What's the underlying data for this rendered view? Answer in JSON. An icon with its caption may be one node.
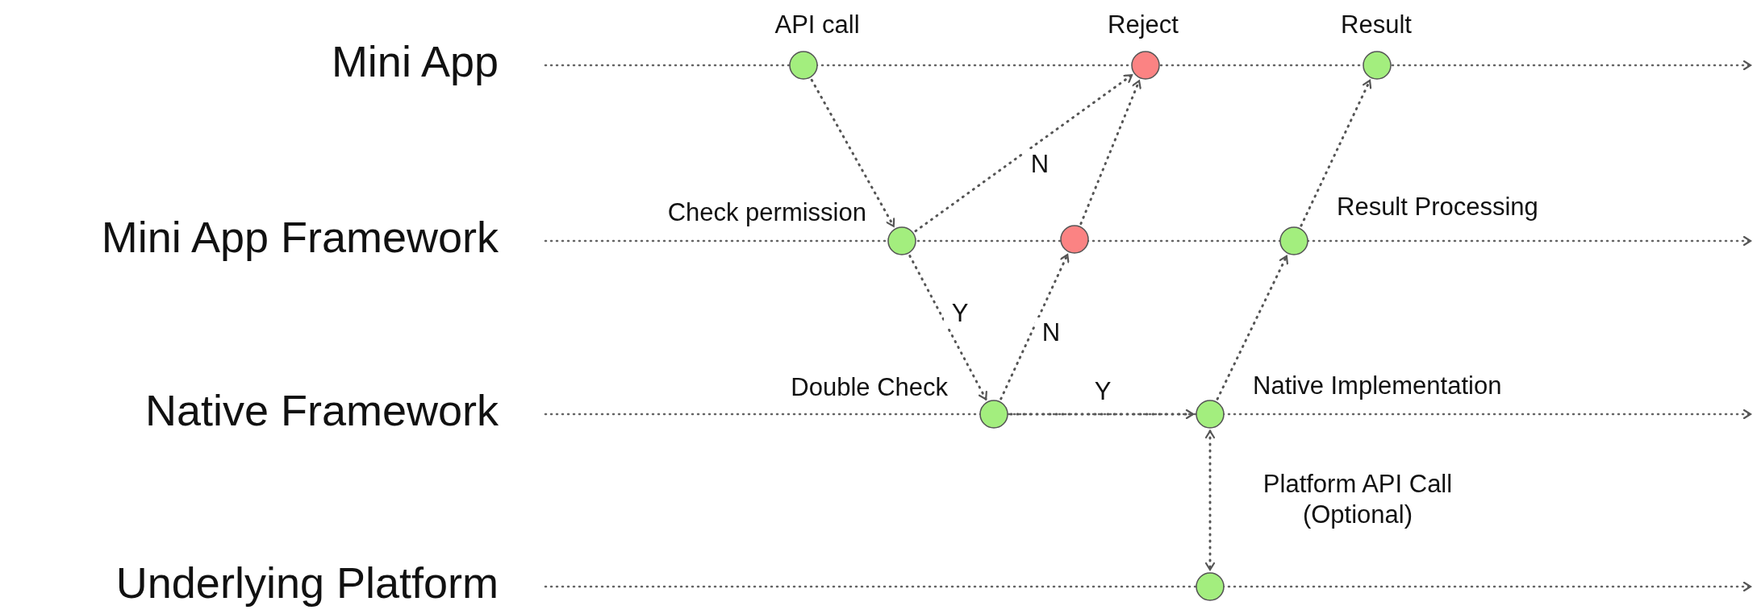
{
  "diagram": {
    "nodes": [
      {
        "text": [
          "API call"
        ]
      },
      {
        "text": [
          "Reject"
        ]
      },
      {
        "text": [
          "Result"
        ]
      },
      {
        "text": [
          "Check permission"
        ]
      },
      {
        "text": [],
        "shape": "circle"
      },
      {
        "text": [
          "Result Processing"
        ]
      },
      {
        "text": [
          "Double Check"
        ]
      },
      {
        "text": [
          "Native Implementation"
        ]
      },
      {
        "text": [],
        "shape": "circle"
      }
    ],
    "edges": [
      {
        "from": 0,
        "to": 3,
        "arrow": "to"
      },
      {
        "from": 3,
        "to": 1,
        "arrow": "to",
        "label": "N"
      },
      {
        "from": 3,
        "to": 6,
        "arrow": "to",
        "label": "Y"
      },
      {
        "from": 6,
        "to": 4,
        "arrow": "to",
        "label": "N"
      },
      {
        "from": 4,
        "to": 1,
        "arrow": "to"
      },
      {
        "from": 6,
        "to": 7,
        "arrow": "to",
        "label": "Y"
      },
      {
        "from": 7,
        "to": 5,
        "arrow": "to"
      },
      {
        "from": 5,
        "to": 2,
        "arrow": "to"
      },
      {
        "from": 7,
        "to": 8,
        "arrow": "both",
        "label": "Platform API Call (Optional)"
      }
    ],
    "labels": [
      "Mini App",
      "Mini App Framework",
      "Native Framework",
      "Underlying Platform"
    ]
  }
}
